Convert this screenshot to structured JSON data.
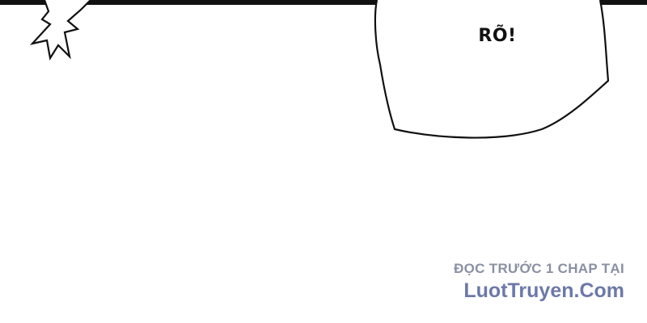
{
  "speech_bubble": {
    "text": "RÕ!"
  },
  "watermark": {
    "line1": "ĐỌC TRƯỚC 1 CHAP TẠI",
    "line2": "LuotTruyen.Com"
  },
  "colors": {
    "background": "#ffffff",
    "ink": "#111111",
    "watermark_line1": "#8a8fa3",
    "watermark_line2": "#6c79a8"
  }
}
